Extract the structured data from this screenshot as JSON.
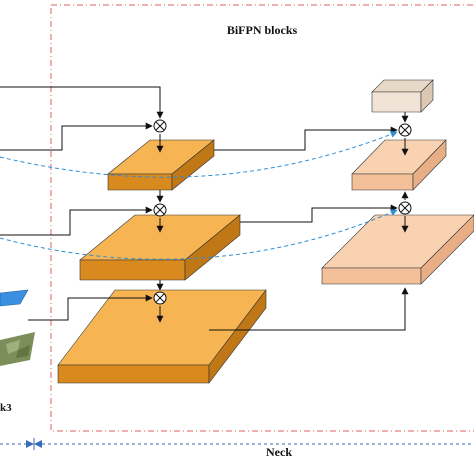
{
  "title": "BiFPN blocks",
  "neck_label": "Neck",
  "left_partial_label": "k3",
  "icons": {
    "fusion_node": "circled-times-icon",
    "arrow": "arrow-head"
  },
  "colors": {
    "block_orange_top": "#F6B552",
    "block_orange_front": "#D98A1E",
    "block_orange_side": "#C07716",
    "block_peach_top": "#F9D2B2",
    "block_peach_front": "#F3C09A",
    "block_peach_side": "#E8AE85",
    "box_gray_top": "#E8D8C8",
    "box_gray_front": "#F1E4D6",
    "border_dashdot": "#E06060",
    "neck_dashed": "#3A6DB5",
    "curve_dashed": "#2D8FD8",
    "arrow_line": "#111111",
    "blue_block": "#3B8FE0",
    "photo_patch": "#7C8F5A"
  }
}
